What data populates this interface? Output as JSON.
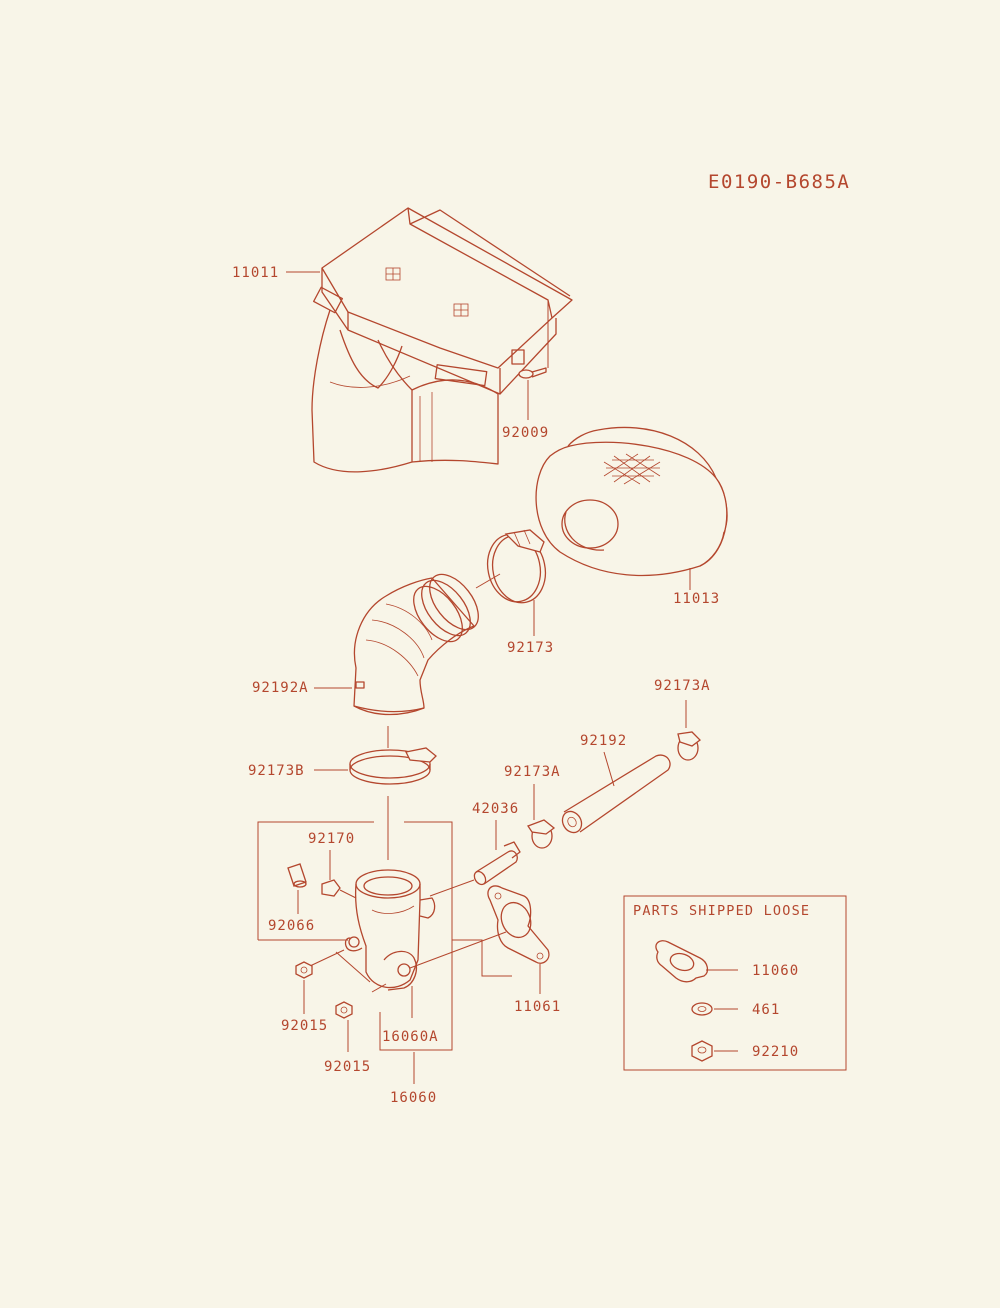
{
  "diagram": {
    "code": "E0190-B685A",
    "labels": {
      "p11011": "11011",
      "p92009": "92009",
      "p11013": "11013",
      "p92173": "92173",
      "p92192A": "92192A",
      "p92173A_top": "92173A",
      "p92192": "92192",
      "p92173B": "92173B",
      "p92173A_mid": "92173A",
      "p42036": "42036",
      "p92170": "92170",
      "p92066": "92066",
      "p92015_a": "92015",
      "p92015_b": "92015",
      "p16060A": "16060A",
      "p16060": "16060",
      "p11061": "11061"
    },
    "loose_box": {
      "title": "PARTS SHIPPED LOOSE",
      "items": [
        "11060",
        "461",
        "92210"
      ]
    },
    "colors": {
      "ink": "#b4472e",
      "paper": "#f8f5e8"
    }
  }
}
